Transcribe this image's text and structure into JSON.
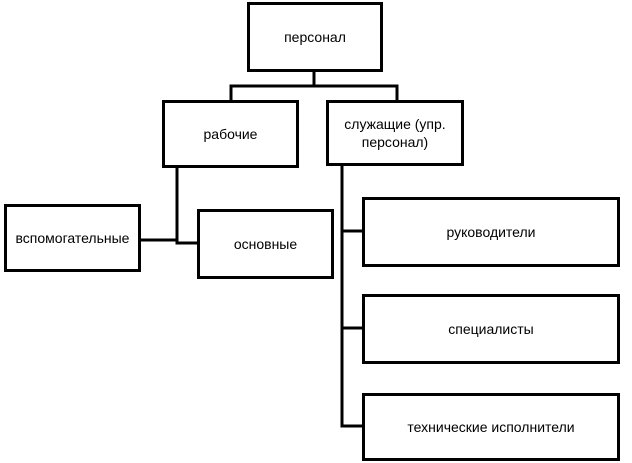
{
  "diagram": {
    "nodes": {
      "personnel": "персонал",
      "workers": "рабочие",
      "employees": "служащие (упр.\nперсонал)",
      "auxiliary": "вспомогательные",
      "main": "основные",
      "managers": "руководители",
      "specialists": "специалисты",
      "technical": "технические исполнители"
    },
    "colors": {
      "stroke": "#000000",
      "fill": "#ffffff"
    }
  }
}
